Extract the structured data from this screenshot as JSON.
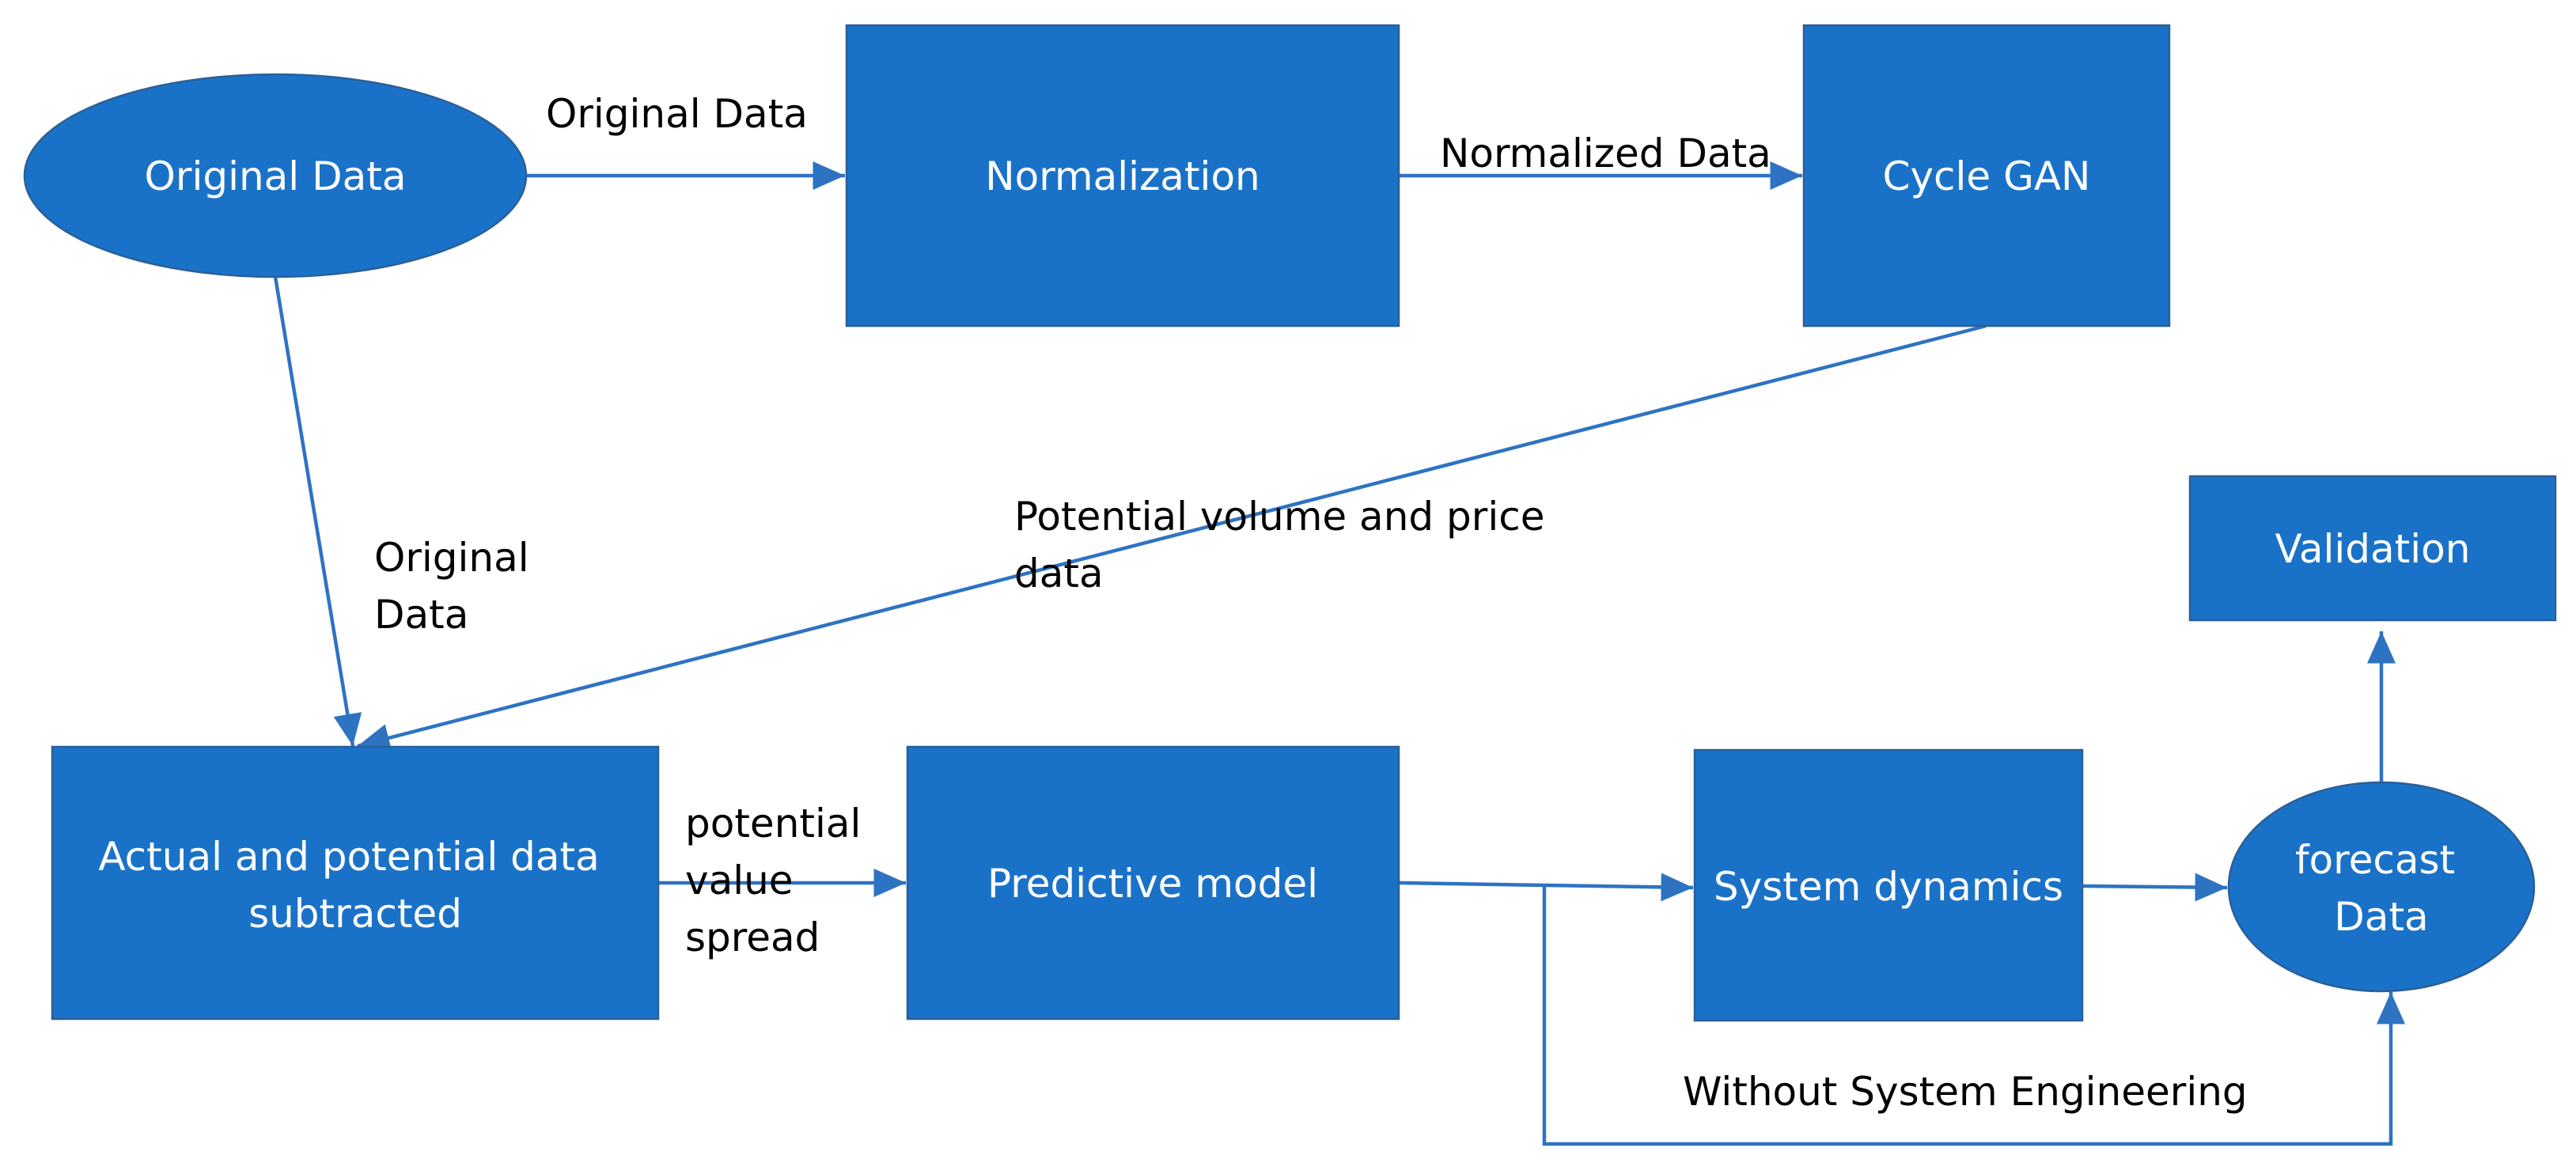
{
  "diagram": {
    "nodes": {
      "original_data": {
        "label": "Original Data"
      },
      "normalization": {
        "label": "Normalization"
      },
      "cycle_gan": {
        "label": "Cycle GAN"
      },
      "validation": {
        "label": "Validation"
      },
      "subtracted": {
        "line1": "Actual and potential data",
        "line2": "subtracted"
      },
      "predictive_model": {
        "label": "Predictive model"
      },
      "system_dynamics": {
        "label": "System dynamics"
      },
      "forecast_data": {
        "line1": "forecast",
        "line2": "Data"
      }
    },
    "edges": {
      "original_to_normalization": {
        "label": "Original Data"
      },
      "normalization_to_cyclegan": {
        "label": "Normalized Data"
      },
      "original_to_subtracted": {
        "line1": "Original",
        "line2": "Data"
      },
      "cyclegan_to_subtracted": {
        "line1": "Potential volume and price",
        "line2": "data"
      },
      "subtracted_to_predictive": {
        "line1": "potential",
        "line2": "value",
        "line3": "spread"
      },
      "bypass": {
        "label": "Without System Engineering"
      }
    },
    "colors": {
      "node_fill": "#1a72c8",
      "node_border": "#2a5f96",
      "edge": "#2e73c2",
      "node_text": "#ffffff",
      "edge_text": "#000000"
    }
  }
}
